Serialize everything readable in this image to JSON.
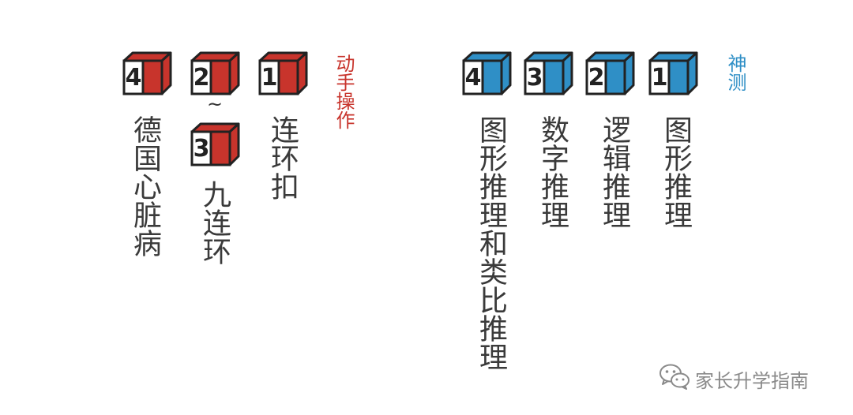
{
  "left_group": {
    "accent": "#c8342c",
    "side_label": "动手操作",
    "items": [
      {
        "num": "4",
        "text": "德国心脏病"
      },
      {
        "num": "2",
        "tilde": "~",
        "num2": "3",
        "text": "九连环"
      },
      {
        "num": "1",
        "text": "连环扣"
      }
    ]
  },
  "right_group": {
    "accent": "#2f8fc6",
    "side_label": "神测",
    "items": [
      {
        "num": "4",
        "text": "图形推理和类比推理"
      },
      {
        "num": "3",
        "text": "数字推理"
      },
      {
        "num": "2",
        "text": "逻辑推理"
      },
      {
        "num": "1",
        "text": "图形推理"
      }
    ]
  },
  "watermark": {
    "text": "家长升学指南",
    "icon": "wechat-icon"
  }
}
